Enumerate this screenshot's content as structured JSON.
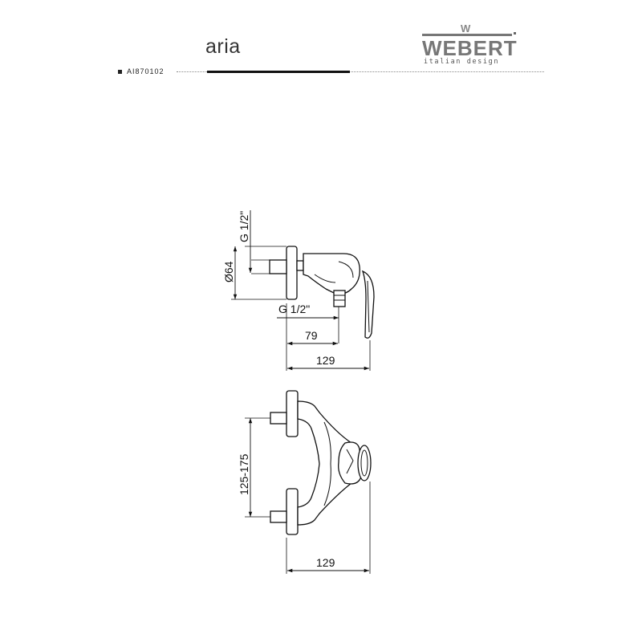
{
  "header": {
    "product_name": "aria",
    "product_code": "AI870102",
    "brand": {
      "mark": "W",
      "name": "WEBERT",
      "tagline": "italian design"
    }
  },
  "side_view": {
    "dim_thread_top": "G 1/2\"",
    "dim_diameter": "Ø64",
    "dim_thread_bottom": "G 1/2\"",
    "dim_outlet": "79",
    "dim_depth": "129"
  },
  "front_view": {
    "dim_centres": "125-175",
    "dim_depth": "129"
  },
  "colors": {
    "line": "#111111",
    "logo_grey": "#777777"
  }
}
